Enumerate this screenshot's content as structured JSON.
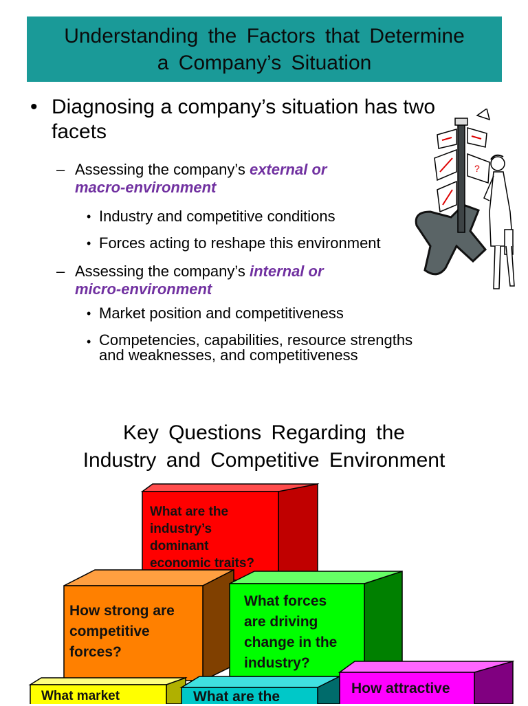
{
  "slide1": {
    "title_line1": "Understanding the Factors that Determine",
    "title_line2": "a Company’s Situation",
    "bullet_dot": "•",
    "main_bullet_line1": "Diagnosing a company’s situation has two",
    "main_bullet_line2": "facets",
    "dash": "–",
    "external": {
      "prefix": "Assessing the company’s ",
      "emphasis_line1": "external or",
      "emphasis_line2": "macro-environment",
      "items": [
        "Industry and competitive conditions",
        "Forces acting to reshape this environment"
      ]
    },
    "internal": {
      "prefix": "Assessing the company’s ",
      "emphasis_line1": "internal or",
      "emphasis_line2": "micro-environment",
      "items": [
        "Market position and competitiveness",
        "Competencies, capabilities, resource strengths",
        "and weaknesses, and competitiveness"
      ]
    },
    "emphasis_color": "#7030a0",
    "title_bar_color": "#1a9a98"
  },
  "slide2": {
    "title_line1": "Key Questions Regarding the",
    "title_line2": "Industry and Competitive Environment",
    "blocks": {
      "red": [
        "What are the",
        "industry’s",
        "dominant",
        "economic traits?"
      ],
      "orange": [
        "How strong are",
        "competitive",
        "forces?"
      ],
      "green": [
        "What forces",
        "are driving",
        "change in the",
        "industry?"
      ],
      "yellow": [
        "What market"
      ],
      "cyan": [
        "What are the"
      ],
      "magenta": [
        "How attractive"
      ]
    },
    "colors": {
      "red": "#ff0000",
      "orange": "#ff8000",
      "green": "#00ff00",
      "yellow": "#ffff00",
      "cyan": "#00c8c8",
      "magenta": "#ff00ff"
    }
  },
  "icons": {
    "clipart": "signpost-businesswoman-icon"
  }
}
